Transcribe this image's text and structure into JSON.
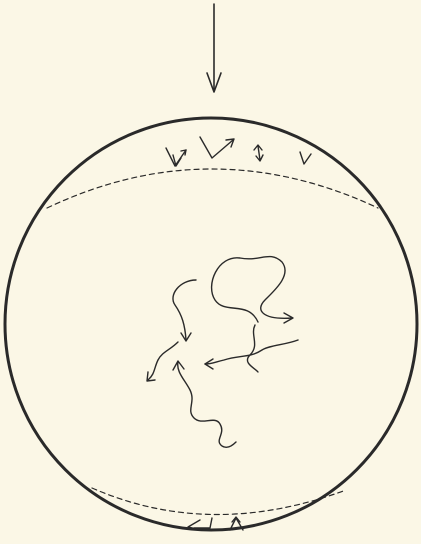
{
  "figure": {
    "background_color": "#fbf7e6",
    "ink_color": "#2a2a2a",
    "elements": [
      "incoming-arrow",
      "sphere-outline",
      "upper-dashed-boundary",
      "lower-dashed-boundary",
      "surface-molecule-arrows-top",
      "surface-molecule-arrows-bottom",
      "interior-random-walk-paths"
    ]
  }
}
